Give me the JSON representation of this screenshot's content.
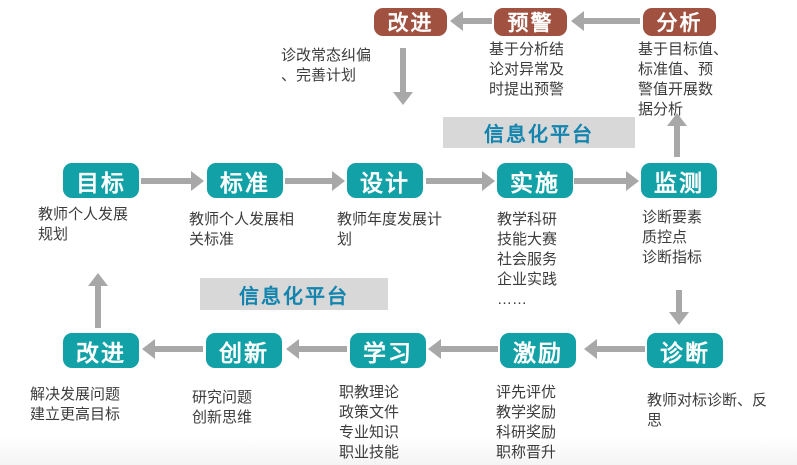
{
  "palette": {
    "node_teal": "#12A1A6",
    "node_brown": "#A0513F",
    "arrow_gray": "#A8A8A8",
    "platform_bg": "#D8D8D8",
    "platform_text": "#1284AE",
    "desc_text": "#3C3C3C"
  },
  "platform_label": "信息化平台",
  "top_row": [
    {
      "label": "改进",
      "desc": "诊改常态纠偏\n、完善计划"
    },
    {
      "label": "预警",
      "desc": "基于分析结\n论对异常及\n时提出预警"
    },
    {
      "label": "分析",
      "desc": "基于目标值、\n标准值、预\n警值开展数\n据分析"
    }
  ],
  "middle_row": [
    {
      "label": "目标",
      "desc": "教师个人发展\n规划"
    },
    {
      "label": "标准",
      "desc": "教师个人发展相\n关标准"
    },
    {
      "label": "设计",
      "desc": "教师年度发展计\n划"
    },
    {
      "label": "实施",
      "desc": "教学科研\n技能大赛\n社会服务\n企业实践\n……"
    },
    {
      "label": "监测",
      "desc": "诊断要素\n质控点\n诊断指标"
    }
  ],
  "bottom_row": [
    {
      "label": "改进",
      "desc": "解决发展问题\n建立更高目标"
    },
    {
      "label": "创新",
      "desc": "研究问题\n创新思维"
    },
    {
      "label": "学习",
      "desc": "职教理论\n政策文件\n专业知识\n职业技能"
    },
    {
      "label": "激励",
      "desc": "评先评优\n教学奖励\n科研奖励\n职称晋升"
    },
    {
      "label": "诊断",
      "desc": "教师对标诊断、反\n思"
    }
  ]
}
